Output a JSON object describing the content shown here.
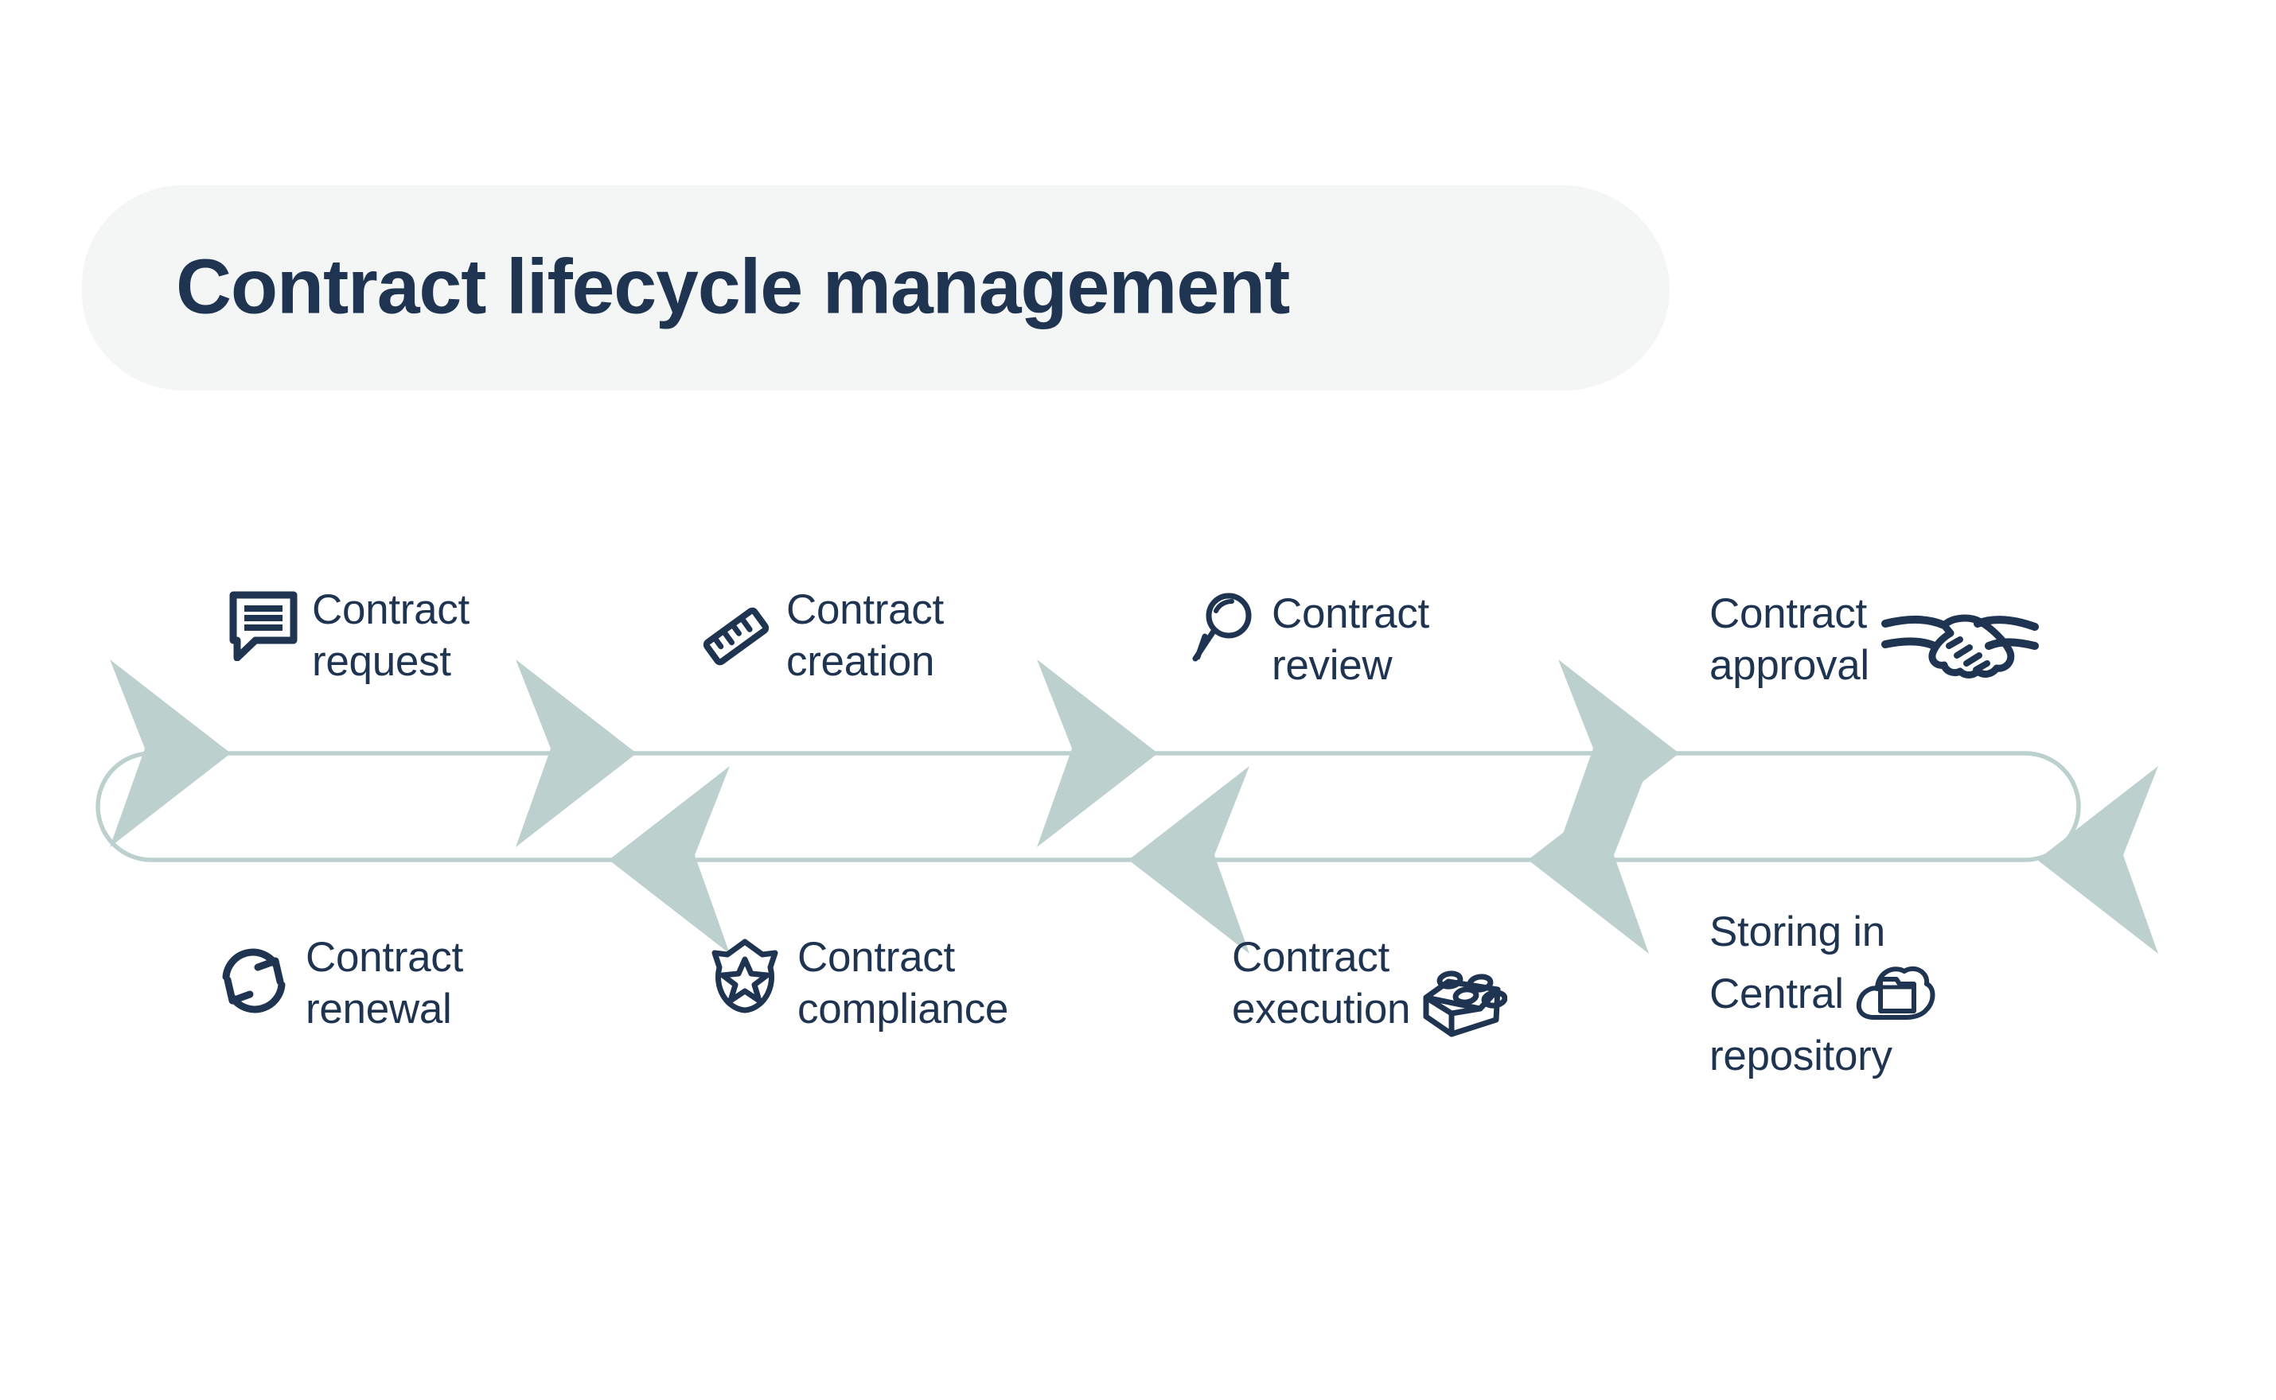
{
  "title": {
    "text": "Contract lifecycle management"
  },
  "theme": {
    "ink": "#1e3450",
    "pill_bg": "#f4f5f5",
    "track": "#bcd1cd",
    "page_bg": "#ffffff"
  },
  "flow": {
    "direction_top": "left-to-right",
    "direction_bottom": "right-to-left",
    "loop": true,
    "top_steps": [
      {
        "id": "request",
        "label": "Contract\nrequest",
        "icon": "message-lines-icon",
        "icon_side": "left"
      },
      {
        "id": "creation",
        "label": "Contract\ncreation",
        "icon": "ruler-icon",
        "icon_side": "left"
      },
      {
        "id": "review",
        "label": "Contract\nreview",
        "icon": "magnifier-icon",
        "icon_side": "left"
      },
      {
        "id": "approval",
        "label": "Contract\napproval",
        "icon": "handshake-icon",
        "icon_side": "right"
      }
    ],
    "bottom_steps": [
      {
        "id": "renewal",
        "label": "Contract\nrenewal",
        "icon": "refresh-cycle-icon",
        "icon_side": "left"
      },
      {
        "id": "compliance",
        "label": "Contract\ncompliance",
        "icon": "shield-star-icon",
        "icon_side": "left"
      },
      {
        "id": "execution",
        "label": "Contract\nexecution",
        "icon": "brick-box-icon",
        "icon_side": "right"
      },
      {
        "id": "storing",
        "label_line1": "Storing in",
        "label_line2": "Central",
        "label_line3": "repository",
        "icon": "cloud-folder-icon",
        "icon_side": "inline-right"
      }
    ]
  }
}
